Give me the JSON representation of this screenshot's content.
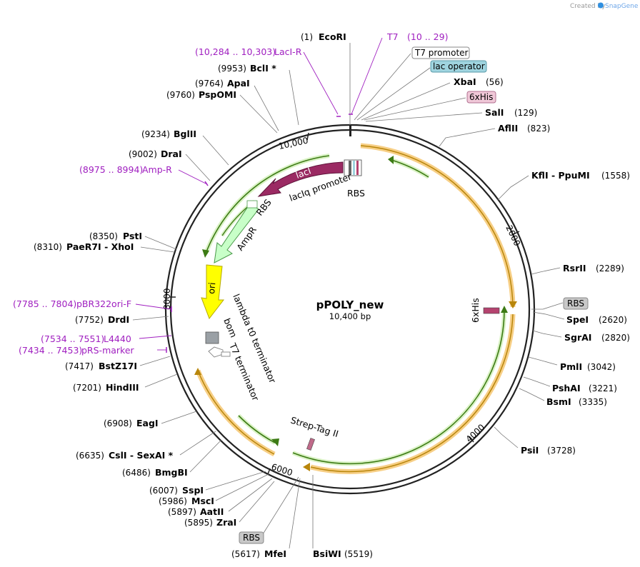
{
  "watermark": {
    "created_by": "Created by",
    "brand": "SnapGene"
  },
  "plasmid": {
    "name": "pPOLY_new",
    "length": "10,400 bp"
  },
  "ticks": [
    "10,000",
    "2000",
    "4000",
    "6000",
    "8000"
  ],
  "sites_right": [
    {
      "pos": "(1)",
      "name": "EcoRI"
    },
    {
      "pos": "(56)",
      "name": "XbaI"
    },
    {
      "pos": "(129)",
      "name": "SalI"
    },
    {
      "pos": "(823)",
      "name": "AflII"
    },
    {
      "pos": "(1558)",
      "name": "KflI - PpuMI"
    },
    {
      "pos": "(2289)",
      "name": "RsrII"
    },
    {
      "pos": "(2620)",
      "name": "SpeI"
    },
    {
      "pos": "(2820)",
      "name": "SgrAI"
    },
    {
      "pos": "(3042)",
      "name": "PmlI"
    },
    {
      "pos": "(3221)",
      "name": "PshAI"
    },
    {
      "pos": "(3335)",
      "name": "BsmI"
    },
    {
      "pos": "(3728)",
      "name": "PsiI"
    },
    {
      "pos": "(5519)",
      "name": "BsiWI"
    }
  ],
  "sites_left": [
    {
      "pos": "(9953)",
      "name": "BclI *"
    },
    {
      "pos": "(9764)",
      "name": "ApaI"
    },
    {
      "pos": "(9760)",
      "name": "PspOMI"
    },
    {
      "pos": "(9234)",
      "name": "BglII"
    },
    {
      "pos": "(9002)",
      "name": "DraI"
    },
    {
      "pos": "(8350)",
      "name": "PstI"
    },
    {
      "pos": "(8310)",
      "name": "PaeR7I - XhoI"
    },
    {
      "pos": "(7752)",
      "name": "DrdI"
    },
    {
      "pos": "(7417)",
      "name": "BstZ17I"
    },
    {
      "pos": "(7201)",
      "name": "HindIII"
    },
    {
      "pos": "(6908)",
      "name": "EagI"
    },
    {
      "pos": "(6635)",
      "name": "CslI - SexAI *"
    },
    {
      "pos": "(6486)",
      "name": "BmgBI"
    },
    {
      "pos": "(6007)",
      "name": "SspI"
    },
    {
      "pos": "(5986)",
      "name": "MscI"
    },
    {
      "pos": "(5897)",
      "name": "AatII"
    },
    {
      "pos": "(5895)",
      "name": "ZraI"
    },
    {
      "pos": "(5617)",
      "name": "MfeI"
    }
  ],
  "primers": [
    {
      "name": "T7",
      "range": "(10 .. 29)"
    },
    {
      "name": "LacI-R",
      "range": "(10,284 .. 10,303)"
    },
    {
      "name": "Amp-R",
      "range": "(8975 .. 8994)"
    },
    {
      "name": "pBR322ori-F",
      "range": "(7785 .. 7804)"
    },
    {
      "name": "L4440",
      "range": "(7534 .. 7551)"
    },
    {
      "name": "pRS-marker",
      "range": "(7434 .. 7453)"
    }
  ],
  "boxed_features": {
    "t7_promoter": "T7 promoter",
    "lac_operator": "lac operator",
    "his_tag_top": "6xHis",
    "rbs_right": "RBS",
    "rbs_bottom": "RBS"
  },
  "features": {
    "laci": "lacI",
    "laciq_promoter": "lacIq promoter",
    "rbs_top": "RBS",
    "rbs_ampr": "RBS",
    "ampr": "AmpR",
    "ori": "ori",
    "lambda_t0": "lambda t0 terminator",
    "bom": "bom",
    "t7_terminator": "T7 terminator",
    "his_right": "6xHis",
    "strep_tag": "Strep-Tag II"
  },
  "colors": {
    "orf_orange": "#f5b642",
    "green_arrow": "#5aaa1e",
    "laci": "#9b2a63",
    "ampr": "#c8ffc8",
    "ori": "#ffff00",
    "primer": "#a020c0",
    "lac_operator_box": "#9fd4df",
    "his_box": "#f0c8d8",
    "rbs_box": "#c8c8c8"
  }
}
